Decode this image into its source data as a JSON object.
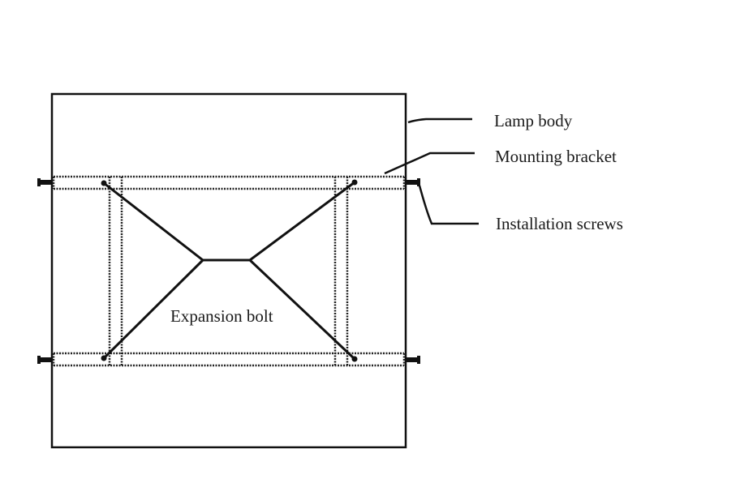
{
  "labels": {
    "lamp_body": "Lamp body",
    "mounting_bracket": "Mounting bracket",
    "installation_screws": "Installation screws",
    "expansion_bolt": "Expansion bolt"
  },
  "colors": {
    "line": "#111111",
    "background": "#ffffff"
  }
}
